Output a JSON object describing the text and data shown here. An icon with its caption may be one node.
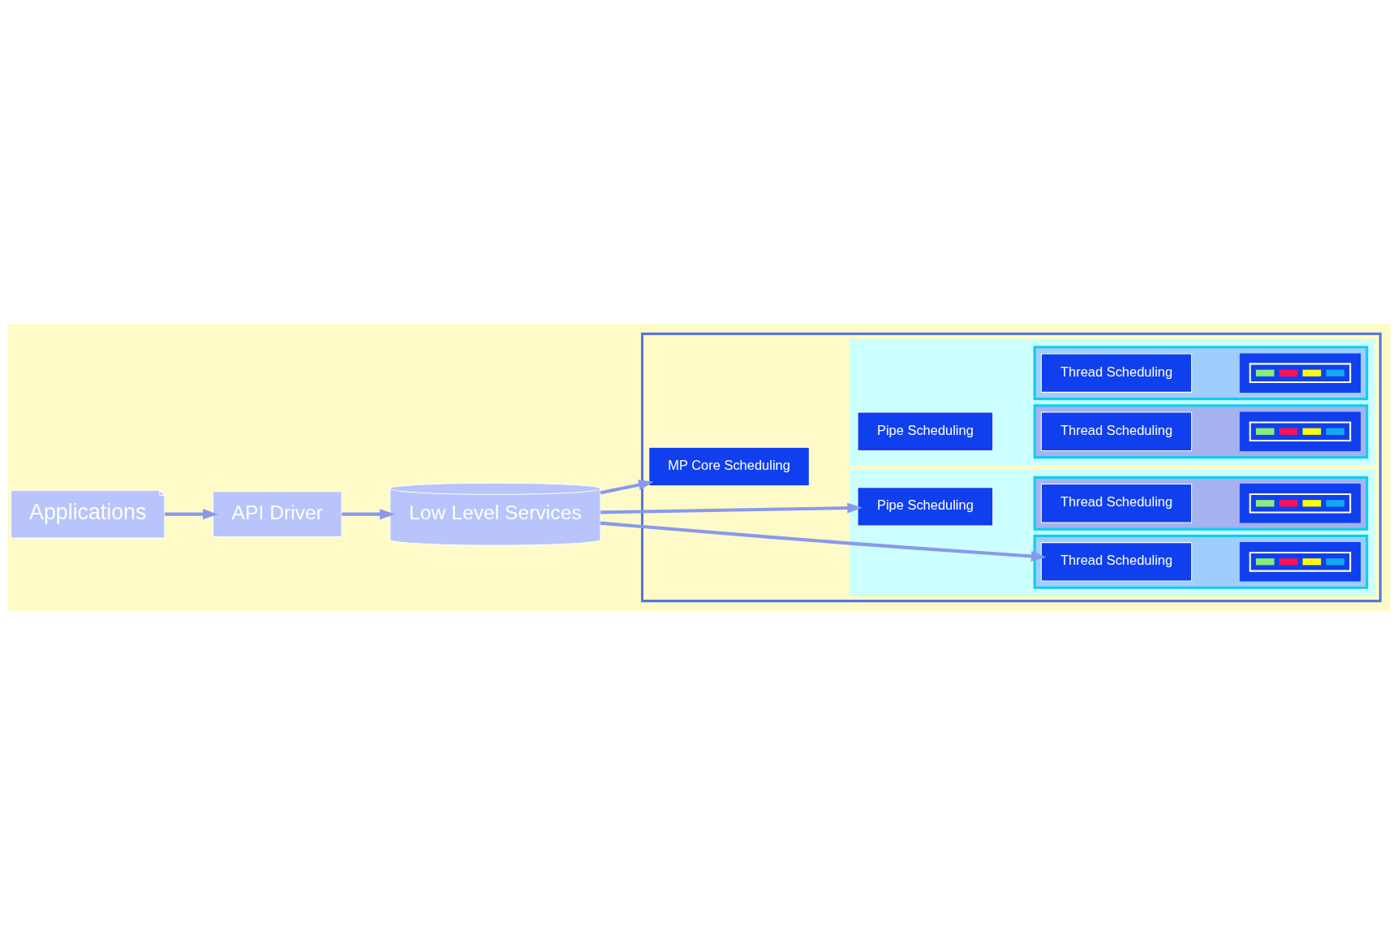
{
  "diagram": {
    "nodes": [
      {
        "text": [
          "Applications"
        ]
      },
      {
        "text": [
          "API Driver"
        ]
      },
      {
        "text": [
          "Low Level Services"
        ]
      },
      {
        "text": [],
        "shape": "box"
      },
      {
        "text": [
          "MP Core Scheduling"
        ],
        "in": 3
      },
      {
        "text": [],
        "shape": "box",
        "in": 3
      },
      {
        "text": [
          "Pipe Scheduling"
        ],
        "in": 5
      },
      {
        "text": [],
        "shape": "box",
        "in": 5
      },
      {
        "text": [
          "Thread Scheduling"
        ],
        "in": 7
      },
      {
        "text": [],
        "shape": "picture",
        "in": 7
      },
      {
        "text": [],
        "shape": "box",
        "in": 5
      },
      {
        "text": [
          "Thread Scheduling"
        ],
        "in": 10
      },
      {
        "text": [],
        "shape": "picture",
        "in": 10
      },
      {
        "text": [],
        "shape": "box",
        "in": 3
      },
      {
        "text": [
          "Pipe Scheduling"
        ],
        "in": 13
      },
      {
        "text": [],
        "shape": "box",
        "in": 13
      },
      {
        "text": [
          "Thread Scheduling"
        ],
        "in": 15
      },
      {
        "text": [],
        "shape": "picture",
        "in": 15
      },
      {
        "text": [],
        "shape": "box",
        "in": 13
      },
      {
        "text": [
          "Thread Scheduling"
        ],
        "in": 18
      },
      {
        "text": [],
        "shape": "picture",
        "in": 18
      }
    ],
    "edges": [
      {
        "from": 0,
        "to": 1,
        "arrow": "to"
      },
      {
        "from": 1,
        "to": 2,
        "arrow": "to"
      },
      {
        "from": 2,
        "to": 4,
        "arrow": "to"
      },
      {
        "from": 2,
        "to": 14,
        "arrow": "to"
      },
      {
        "from": 2,
        "to": 19,
        "arrow": "to"
      }
    ]
  }
}
